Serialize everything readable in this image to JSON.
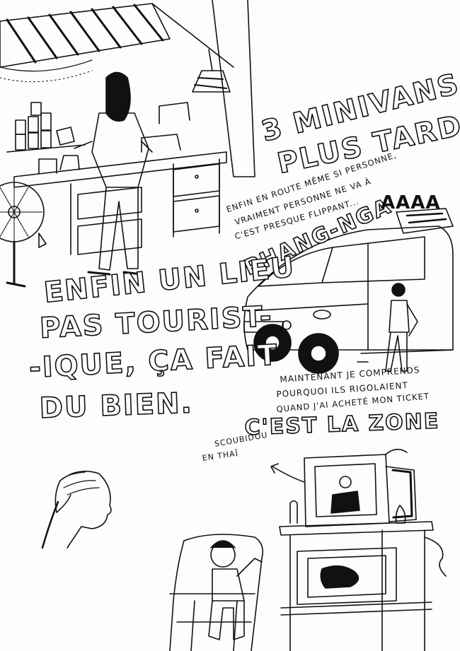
{
  "texts": {
    "headline": {
      "line1": "3 MINIVANS",
      "line2": "PLUS TARD"
    },
    "road_note": {
      "line1": "ENFIN EN ROUTE MÊME SI PERSONNE,",
      "line2": "VRAIMENT PERSONNE NE VA À",
      "line3": "C'EST PRESQUE FLIPPANT..."
    },
    "destination": {
      "main": "PHANG-NGA",
      "shout": "AAAA"
    },
    "big_caption": {
      "line1": "ENFIN UN LIEU",
      "line2": "PAS TOURIST-",
      "line3": "-IQUE, ÇA FAIT",
      "line4": "DU BIEN."
    },
    "ticket_note": {
      "line1": "MAINTENANT JE COMPRENDS",
      "line2": "POURQUOI ILS RIGOLAIENT",
      "line3": "QUAND J'AI ACHETÉ MON TICKET"
    },
    "zone": "C'EST LA ZONE",
    "tv_note": {
      "line1": "SCOUBIDOU",
      "line2": "EN THAÏ"
    }
  },
  "colors": {
    "ink": "#111111",
    "paper": "#fdfdfb"
  }
}
